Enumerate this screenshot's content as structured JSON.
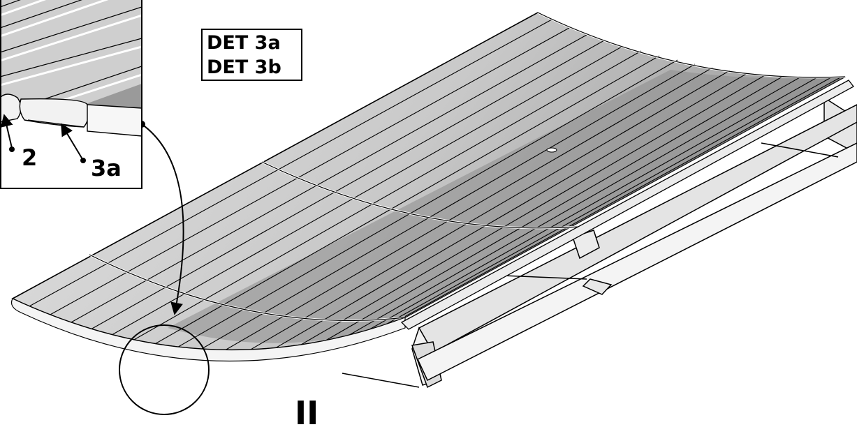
{
  "detail_box": {
    "line1": "DET 3a",
    "line2": "DET 3b"
  },
  "callouts": {
    "label_2": "2",
    "label_3a": "3a"
  },
  "view_label": "II",
  "colors": {
    "slat_light": "#d9d9d9",
    "slat_mid": "#bdbdbd",
    "slat_dark": "#8f8f8f",
    "frame": "#e6e6e6",
    "stroke": "#000000"
  }
}
